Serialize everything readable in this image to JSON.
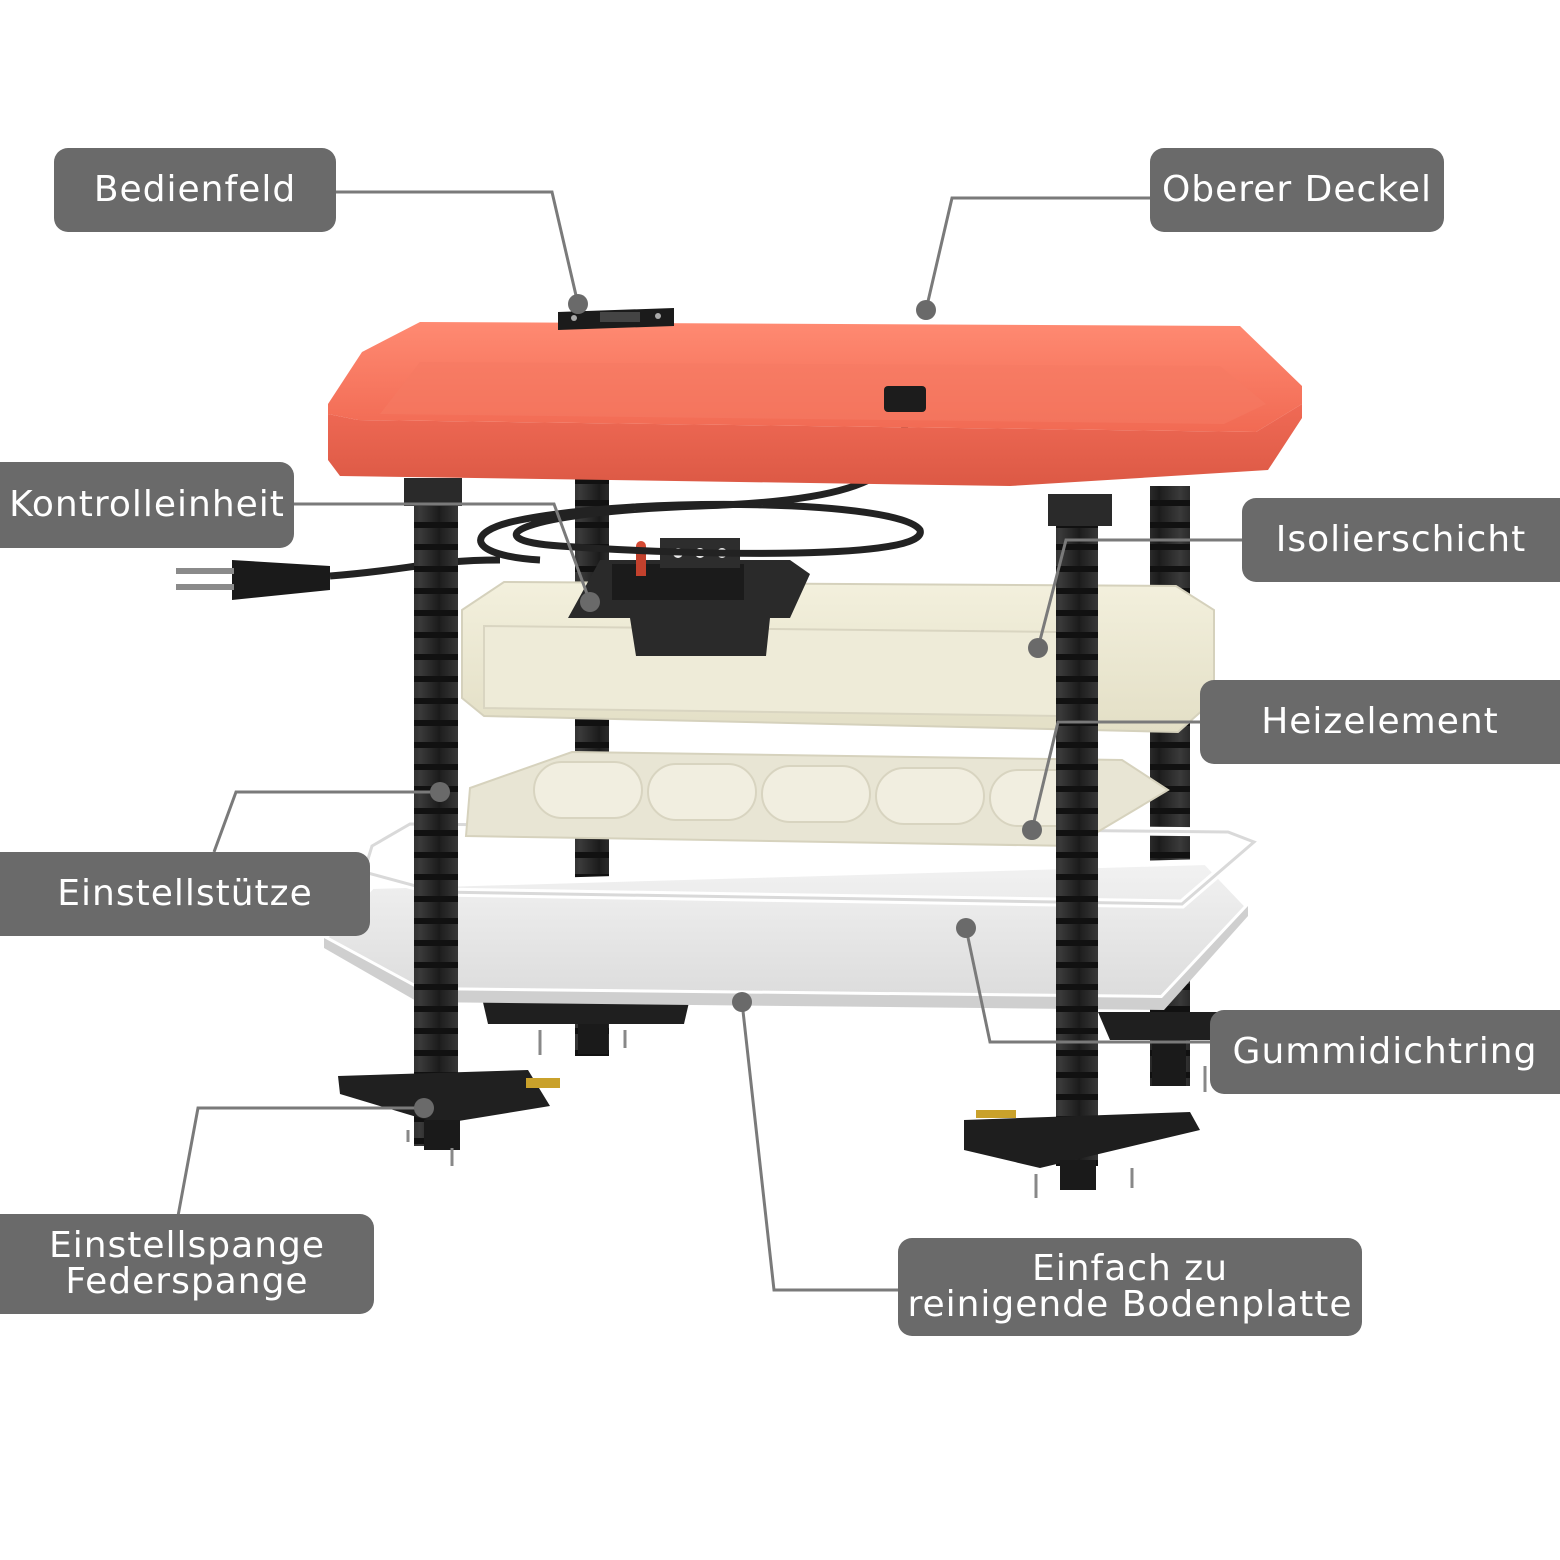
{
  "labels": {
    "bedienfeld": "Bedienfeld",
    "oberer_deckel": "Oberer Deckel",
    "kontrolleinheit": "Kontrolleinheit",
    "isolierschicht": "Isolierschicht",
    "heizelement": "Heizelement",
    "einstellstuetze": "Einstellstütze",
    "gummidichtring": "Gummidichtring",
    "einstellspange_line1": "Einstellspange",
    "einstellspange_line2": "Federspange",
    "bodenplatte_line1": "Einfach zu",
    "bodenplatte_line2": "reinigende Bodenplatte"
  },
  "colors": {
    "label_bg": "#6a6a6a",
    "label_text": "#ffffff",
    "lid": "#f26b55",
    "insulation": "#ece8d4",
    "heater": "#e9e6d6",
    "posts": "#2b2b2b",
    "base_plate": "#e6e6e6"
  }
}
